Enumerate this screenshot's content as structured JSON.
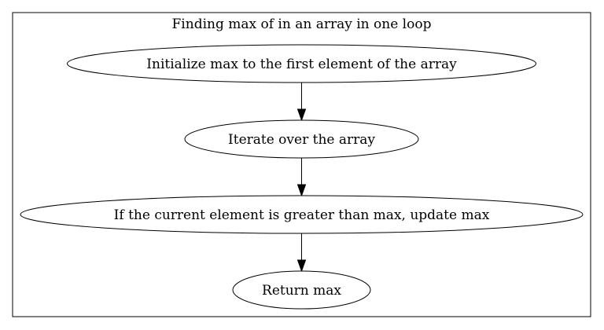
{
  "cluster": {
    "title": "Finding max of in an array in one loop"
  },
  "nodes": [
    {
      "id": "init",
      "label": "Initialize max to the first element of the array"
    },
    {
      "id": "iterate",
      "label": "Iterate over the array"
    },
    {
      "id": "compare",
      "label": "If the current element is greater than max, update max"
    },
    {
      "id": "return",
      "label": "Return max"
    }
  ],
  "edges": [
    {
      "from": "init",
      "to": "iterate"
    },
    {
      "from": "iterate",
      "to": "compare"
    },
    {
      "from": "compare",
      "to": "return"
    }
  ]
}
